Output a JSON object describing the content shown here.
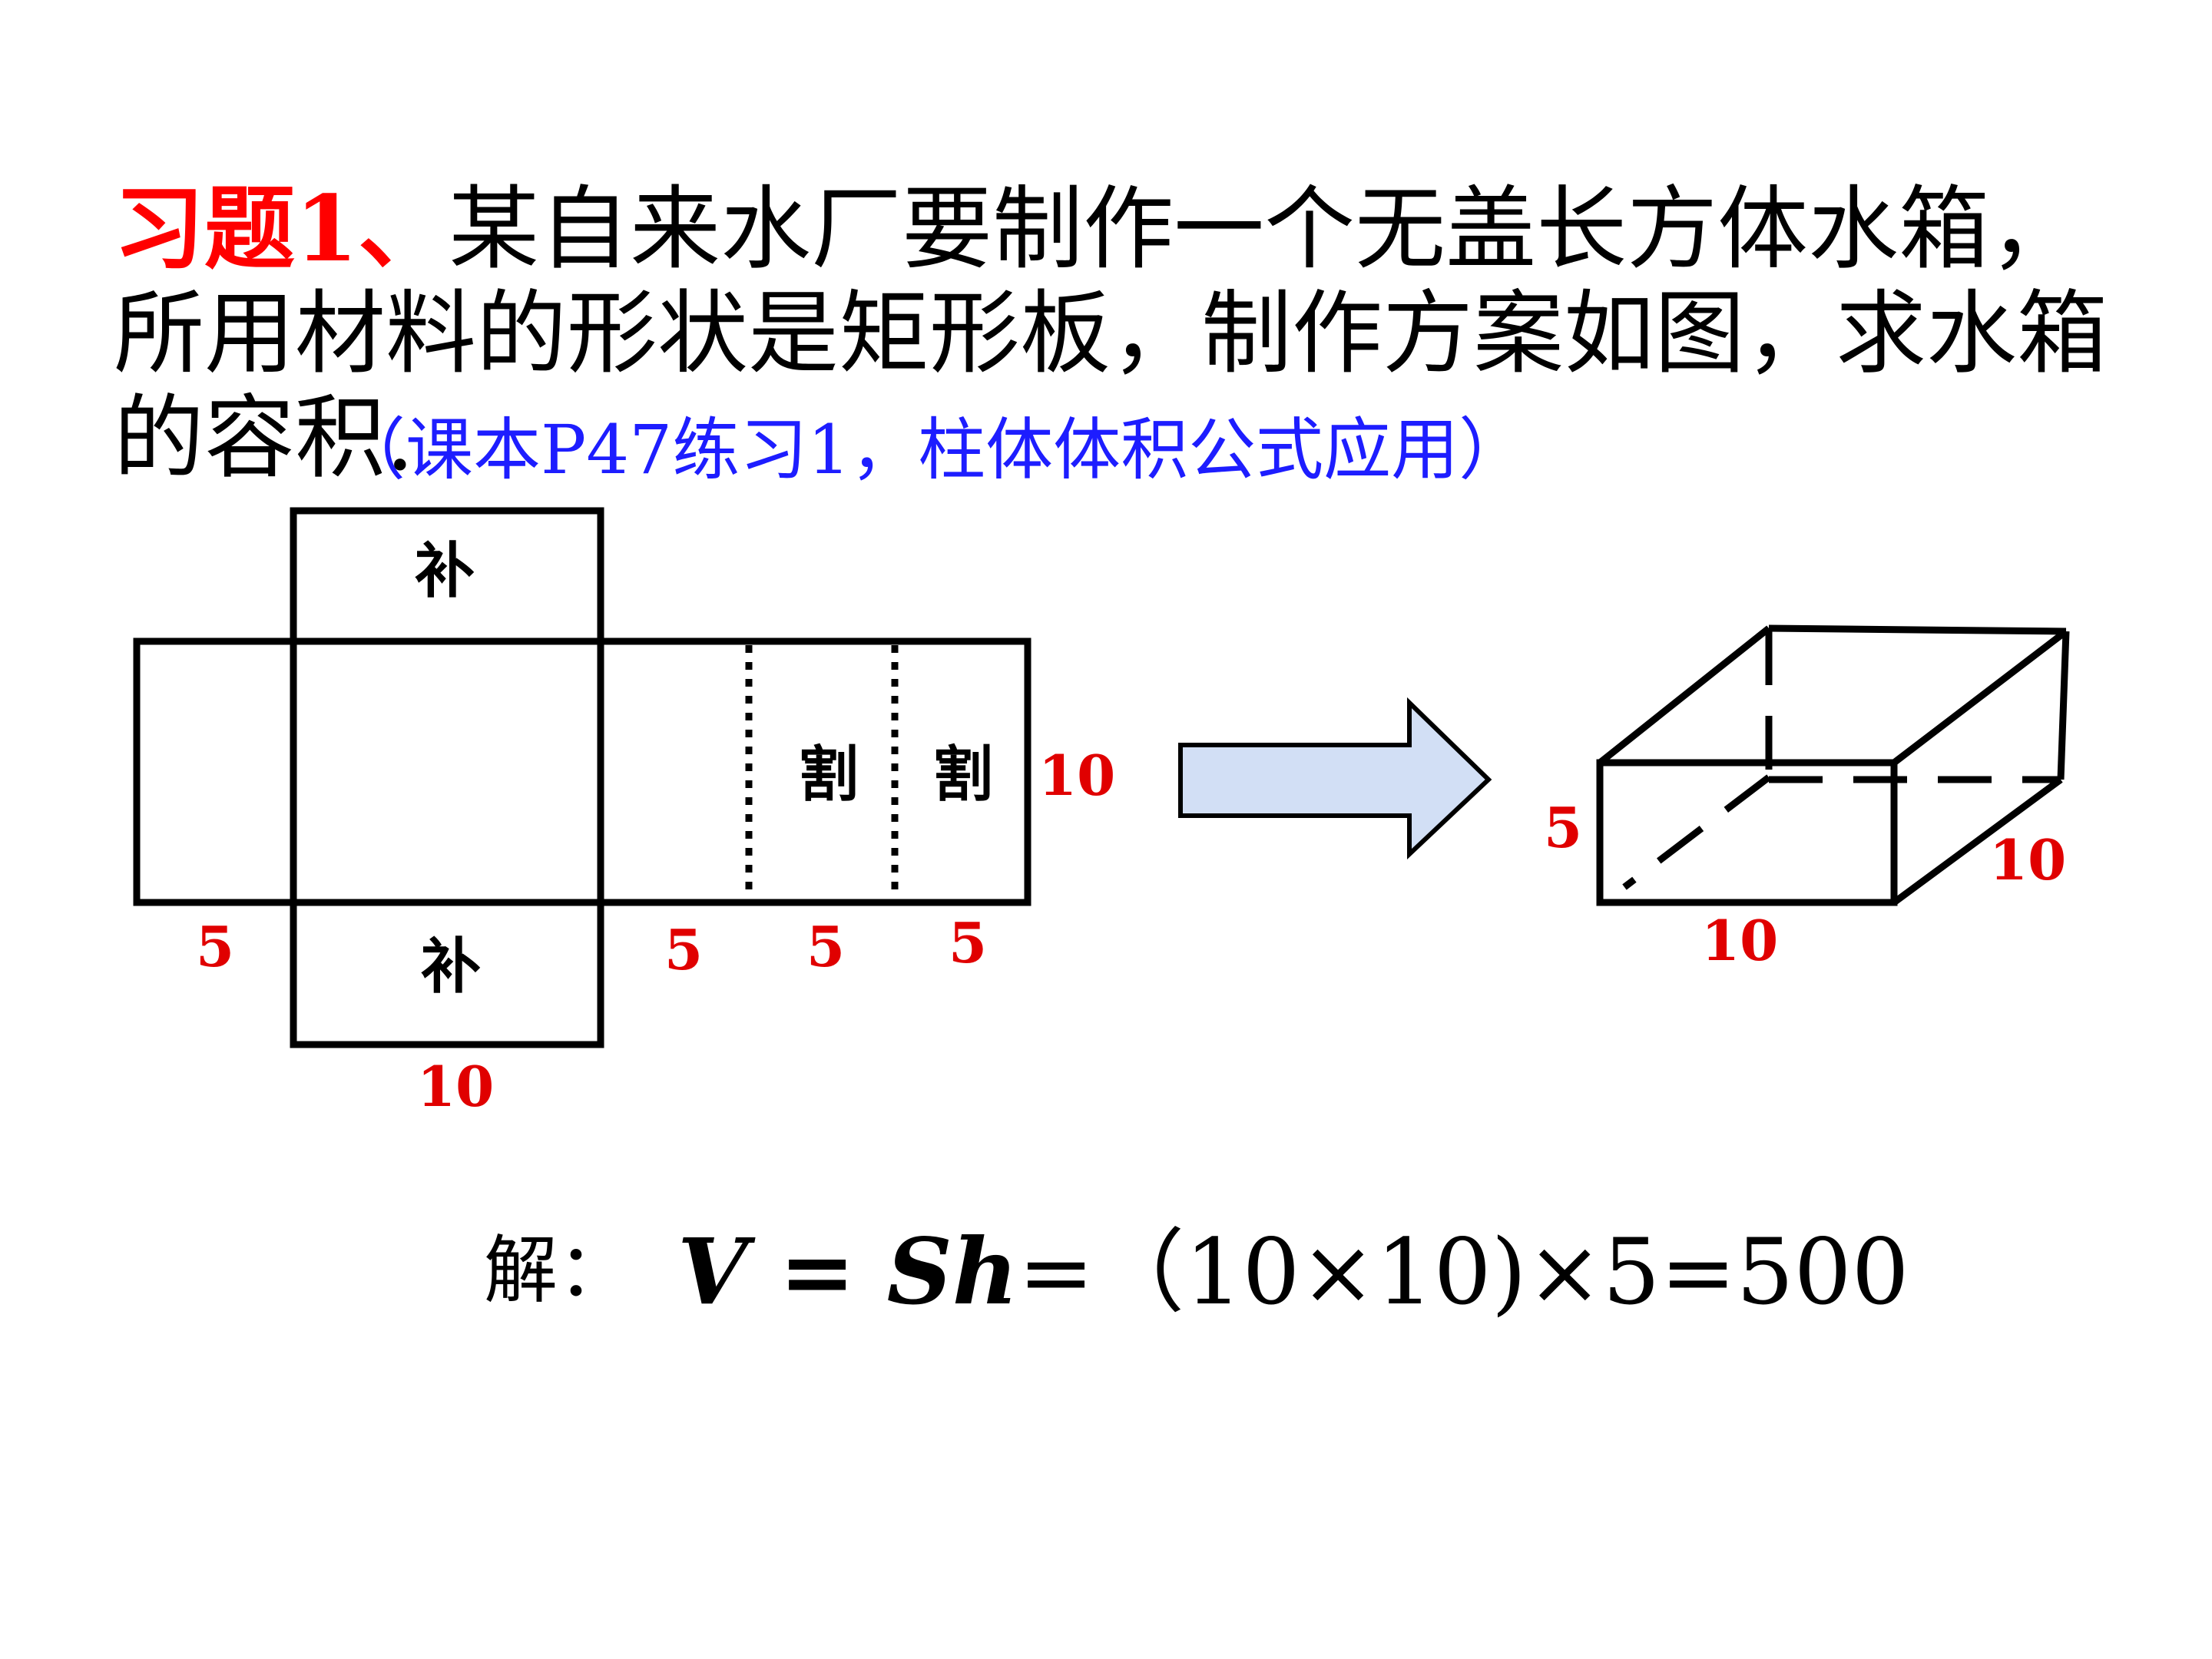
{
  "problem": {
    "label": "习题1、",
    "text": "某自来水厂要制作一个无盖长方体水箱，所用材料的形状是矩形板，制作方案如图，求水箱的容积."
  },
  "note": "（课本P47练习1，柱体体积公式应用）",
  "net": {
    "patch_top": "补",
    "patch_bottom": "补",
    "cut_1": "割",
    "cut_2": "割",
    "dim_right": "10",
    "dim_left_5": "5",
    "dim_mid_5a": "5",
    "dim_mid_5b": "5",
    "dim_mid_5c": "5",
    "dim_bottom_10": "10"
  },
  "box": {
    "height": "5",
    "width": "10",
    "depth": "10"
  },
  "colors": {
    "red": "#e00000",
    "blue": "#1d1dff",
    "arrow_fill": "#d2dff5"
  },
  "solution": {
    "label": "解：",
    "formula": "V = Sh",
    "rest": "=（10×10)×5=500"
  }
}
